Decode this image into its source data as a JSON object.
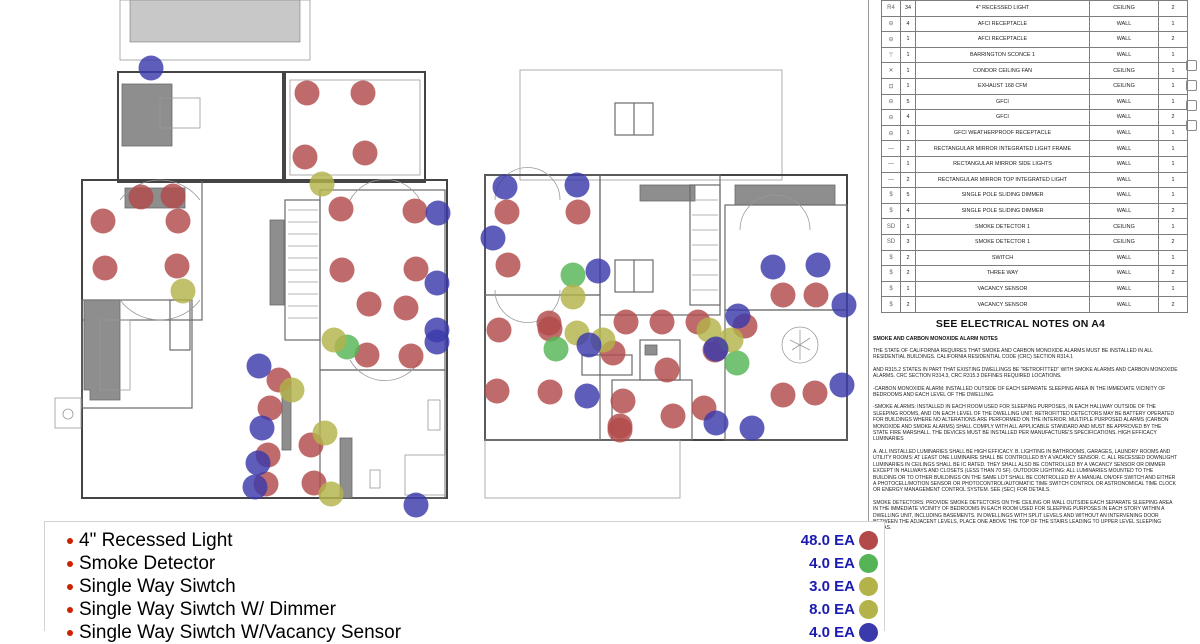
{
  "fixture_schedule": [
    {
      "symbol": "R4",
      "qty": "34",
      "description": "4\" Recessed Light",
      "location": "Ceiling",
      "n": "2"
    },
    {
      "symbol": "⊖",
      "qty": "4",
      "description": "AFCI Receptacle",
      "location": "Wall",
      "n": "1"
    },
    {
      "symbol": "⊖",
      "qty": "1",
      "description": "AFCI Receptacle",
      "location": "Wall",
      "n": "2"
    },
    {
      "symbol": "⊤",
      "qty": "1",
      "description": "Barrington Sconce 1",
      "location": "Wall",
      "n": "1"
    },
    {
      "symbol": "✕",
      "qty": "1",
      "description": "Condor Ceiling Fan",
      "location": "Ceiling",
      "n": "1"
    },
    {
      "symbol": "⊡",
      "qty": "1",
      "description": "Exhaust 168 CFM",
      "location": "Ceiling",
      "n": "1"
    },
    {
      "symbol": "⊖",
      "qty": "5",
      "description": "GFCI",
      "location": "Wall",
      "n": "1"
    },
    {
      "symbol": "⊖",
      "qty": "4",
      "description": "GFCI",
      "location": "Wall",
      "n": "2"
    },
    {
      "symbol": "⊖",
      "qty": "1",
      "description": "GFCI Weatherproof Receptacle",
      "location": "Wall",
      "n": "1"
    },
    {
      "symbol": "—",
      "qty": "2",
      "description": "Rectangular Mirror Integrated Light Frame",
      "location": "Wall",
      "n": "1"
    },
    {
      "symbol": "—",
      "qty": "1",
      "description": "Rectangular Mirror Side Lights",
      "location": "Wall",
      "n": "1"
    },
    {
      "symbol": "—",
      "qty": "2",
      "description": "Rectangular Mirror Top Integrated Light",
      "location": "Wall",
      "n": "1"
    },
    {
      "symbol": "$",
      "qty": "5",
      "description": "Single Pole Sliding Dimmer",
      "location": "Wall",
      "n": "1"
    },
    {
      "symbol": "$",
      "qty": "4",
      "description": "Single Pole Sliding Dimmer",
      "location": "Wall",
      "n": "2"
    },
    {
      "symbol": "SD",
      "qty": "1",
      "description": "Smoke Detector 1",
      "location": "Ceiling",
      "n": "1"
    },
    {
      "symbol": "SD",
      "qty": "3",
      "description": "Smoke Detector 1",
      "location": "Ceiling",
      "n": "2"
    },
    {
      "symbol": "$",
      "qty": "2",
      "description": "Switch",
      "location": "Wall",
      "n": "1"
    },
    {
      "symbol": "$",
      "qty": "2",
      "description": "Three Way",
      "location": "Wall",
      "n": "2"
    },
    {
      "symbol": "$",
      "qty": "1",
      "description": "Vacancy Sensor",
      "location": "Wall",
      "n": "1"
    },
    {
      "symbol": "$",
      "qty": "2",
      "description": "Vacancy Sensor",
      "location": "Wall",
      "n": "2"
    }
  ],
  "notes": {
    "heading": "SEE ELECTRICAL NOTES ON A4",
    "title": "Smoke and Carbon Monoxide Alarm Notes",
    "paragraphs": [
      "The state of California requires that smoke and carbon monoxide alarms must be installed in all residential buildings. California Residential Code (CRC) Section R314.1",
      "and R315.2 states in part that existing dwellings be \"retrofitted\" with smoke alarms and carbon monoxide alarms. CRC Section R314.3, CRC R315.3 defines required locations.",
      "-Carbon monoxide alarm: installed outside of each separate sleeping area in the immediate vicinity of bedrooms and each level of the dwelling.",
      "-Smoke alarms: installed in each room used for sleeping purposes, in each hallway outside of the sleeping rooms, and on each level of the dwelling unit. Retrofitted detectors may be battery operated for buildings where no alterations are performed on the interior. Multiple purposed alarms (carbon monoxide and smoke alarms) shall comply with all applicable standard and must be approved by the State Fire Marshall. The devices must be installed per manufacture's specifications. High efficacy luminaries",
      "A. All installed luminaries shall be high efficacy. B. Lighting in bathrooms, garages, laundry rooms and utility rooms: at least one luminaire shall be controlled by a vacancy sensor. C. All recessed downlight luminaries in ceilings shall be IC rated. They shall also be controlled by a vacancy sensor or dimmer except in hallways and closets (less than 70 SF). Outdoor lighting: all luminaries mounted to the building or to other buildings on the same lot shall be controlled by a manual on/off switch and either a photocell/motion sensor or photocontrol/automatic time switch control or astronomical time clock or energy management control system. See (SEC) for details.",
      "Smoke detectors: provide smoke detectors on the ceiling or wall outside each separate sleeping area in the immediate vicinity of bedrooms in each room used for sleeping purposes in each story within a dwelling unit, including basements. In dwellings with split levels and without an intervening door between the adjacent levels, place one above the top of the stairs leading to upper level sleeping areas."
    ]
  },
  "legend": [
    {
      "label": "4\" Recessed Light",
      "qty": "48.0 EA",
      "color": "#b24a4a"
    },
    {
      "label": "Smoke Detector",
      "qty": "4.0 EA",
      "color": "#55b455"
    },
    {
      "label": "Single Way Siwtch",
      "qty": "3.0 EA",
      "color": "#b3b34a"
    },
    {
      "label": "Single Way Siwtch W/ Dimmer",
      "qty": "8.0 EA",
      "color": "#b3b34a"
    },
    {
      "label": "Single Way Siwtch W/Vacancy Sensor",
      "qty": "4.0 EA",
      "color": "#3a3aab"
    }
  ],
  "marker_colors": {
    "recessed_light": "#b24a4a",
    "smoke_detector": "#55b455",
    "switch": "#b3b34a",
    "vacancy_sensor": "#3a3aab"
  }
}
